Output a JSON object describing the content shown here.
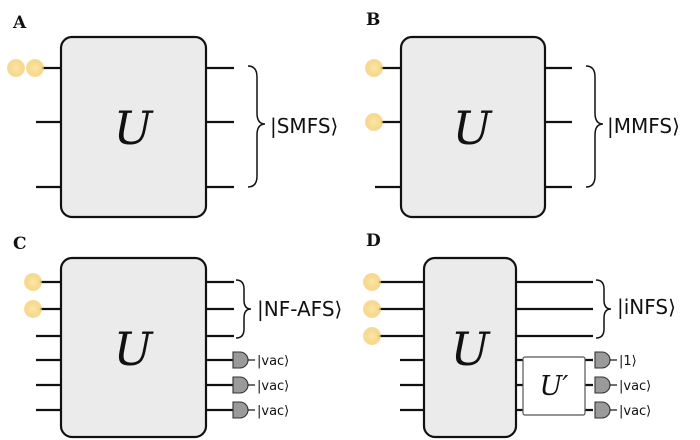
{
  "colors": {
    "photon": "#f7d98f",
    "photon_core": "#f2c660",
    "box_fill": "#ebebeb",
    "detector": "#9a9a9a"
  },
  "panels": {
    "a": {
      "label": "A",
      "unitary": "U",
      "state": "|SMFS⟩"
    },
    "b": {
      "label": "B",
      "unitary": "U",
      "state": "|MMFS⟩"
    },
    "c": {
      "label": "C",
      "unitary": "U",
      "state": "|NF-AFS⟩",
      "detectors": [
        "|vac⟩",
        "|vac⟩",
        "|vac⟩"
      ]
    },
    "d": {
      "label": "D",
      "unitary": "U",
      "secondary_unitary": "U′",
      "state": "|iNFS⟩",
      "detectors": [
        "|1⟩",
        "|vac⟩",
        "|vac⟩"
      ]
    }
  }
}
